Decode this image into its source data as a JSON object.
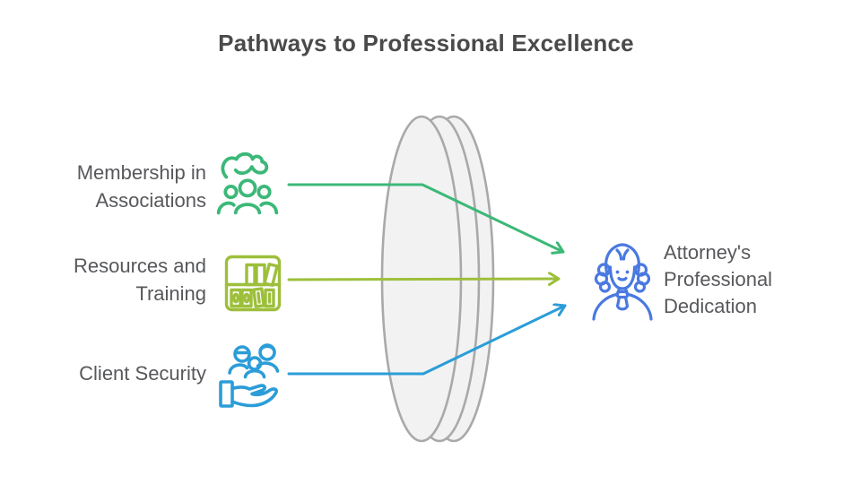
{
  "title": "Pathways to Professional Excellence",
  "palette": {
    "green": "#3CB878",
    "olive": "#9DBF3B",
    "blue": "#2B9DD8",
    "indigo": "#4A79E0",
    "lens_fill": "#F2F2F3",
    "lens_stroke": "#A9A9A9",
    "title_color": "#4A4A4A",
    "label_color": "#57585B"
  },
  "inputs": [
    {
      "id": "membership-in-associations",
      "icon": "community-icon",
      "color": "#3CB878",
      "lines": [
        "Membership in",
        "Associations"
      ]
    },
    {
      "id": "resources-and-training",
      "icon": "bookshelf-icon",
      "color": "#9DBF3B",
      "lines": [
        "Resources and",
        "Training"
      ]
    },
    {
      "id": "client-security",
      "icon": "hand-people-icon",
      "color": "#2B9DD8",
      "lines": [
        "Client Security"
      ]
    }
  ],
  "output": {
    "id": "attorneys-professional-dedication",
    "icon": "attorney-icon",
    "color": "#4A79E0",
    "lines": [
      "Attorney's",
      "Professional",
      "Dedication"
    ]
  }
}
